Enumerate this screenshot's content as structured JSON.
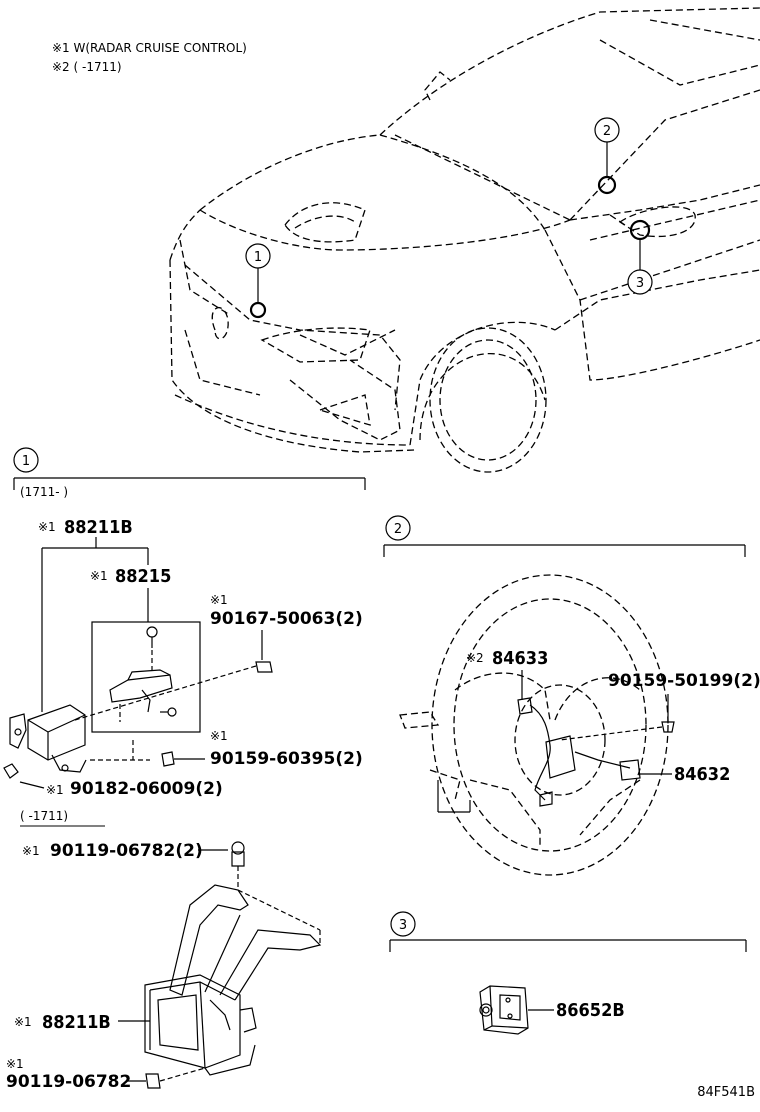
{
  "notes": {
    "note1": "※1 W(RADAR CRUISE CONTROL)",
    "note2": "※2 (      -1711)"
  },
  "callouts": {
    "c1": "1",
    "c2": "2",
    "c3": "3"
  },
  "section1": {
    "num": "1",
    "range_new": "(1711-      )",
    "range_old": "(      -1711)",
    "p88211b_a_mark": "※1",
    "p88211b_a": "88211B",
    "p88215_mark": "※1",
    "p88215": "88215",
    "p90167_mark": "※1",
    "p90167": "90167-50063(2)",
    "p90159a_mark": "※1",
    "p90159a": "90159-60395(2)",
    "p90182_mark": "※1",
    "p90182": "90182-06009(2)",
    "p90119a_mark": "※1",
    "p90119a": "90119-06782(2)",
    "p88211b_b_mark": "※1",
    "p88211b_b": "88211B",
    "p90119b_mark": "※1",
    "p90119b": "90119-06782"
  },
  "section2": {
    "num": "2",
    "p84633_mark": "※2",
    "p84633": "84633",
    "p90159b": "90159-50199(2)",
    "p84632": "84632"
  },
  "section3": {
    "num": "3",
    "p86652b": "86652B"
  },
  "ref_code": "84F541B"
}
